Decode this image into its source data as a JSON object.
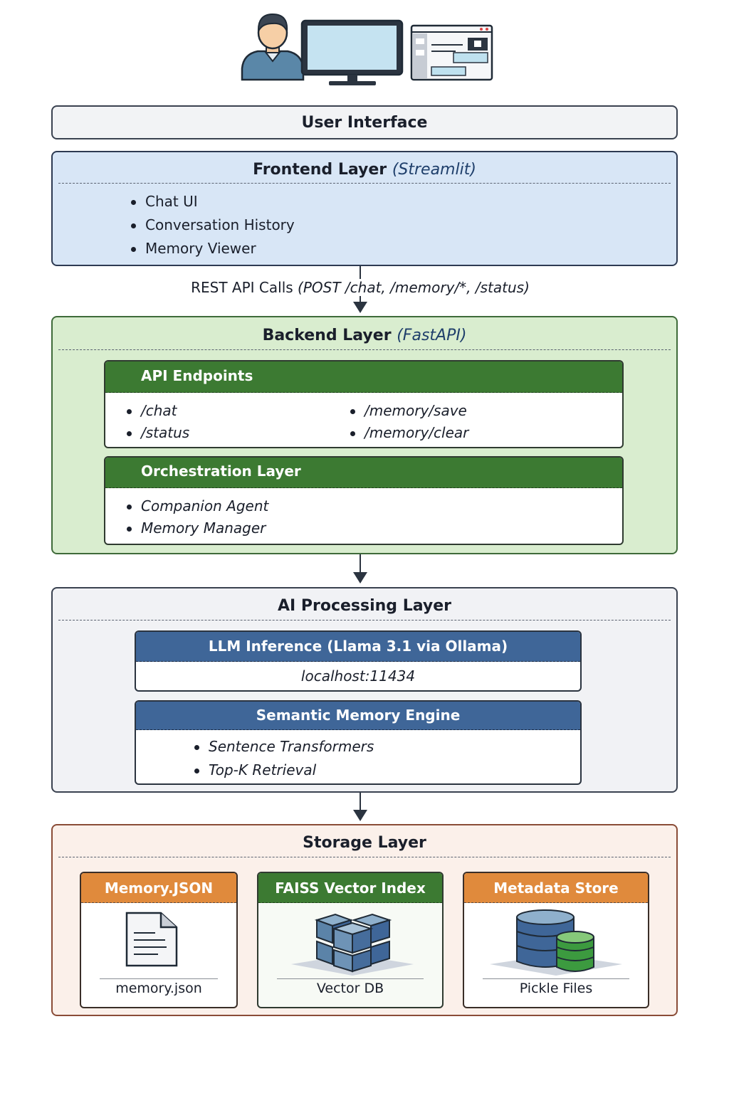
{
  "icons": [
    "user-icon",
    "monitor-icon",
    "browser-window-icon"
  ],
  "user_interface": {
    "title": "User Interface"
  },
  "frontend": {
    "title": "Frontend Layer",
    "tech": "(Streamlit)",
    "items": [
      "Chat UI",
      "Conversation History",
      "Memory Viewer"
    ]
  },
  "connector": {
    "prefix": "REST API Calls ",
    "detail": "(POST /chat, /memory/*, /status)"
  },
  "backend": {
    "title": "Backend Layer",
    "tech": "(FastAPI)",
    "api": {
      "title": "API Endpoints",
      "left": [
        "/chat",
        "/status"
      ],
      "right": [
        "/memory/save",
        "/memory/clear"
      ]
    },
    "orchestration": {
      "title": "Orchestration Layer",
      "items": [
        "Companion Agent",
        "Memory Manager"
      ]
    }
  },
  "ai": {
    "title": "AI Processing Layer",
    "llm": {
      "title": "LLM Inference (Llama 3.1 via Ollama)",
      "host": "localhost:11434"
    },
    "semantic": {
      "title": "Semantic Memory Engine",
      "items": [
        "Sentence Transformers",
        "Top-K Retrieval"
      ]
    }
  },
  "storage": {
    "title": "Storage Layer",
    "stores": [
      {
        "title": "Memory.JSON",
        "footer": "memory.json",
        "icon": "document-icon"
      },
      {
        "title": "FAISS Vector Index",
        "footer": "Vector DB",
        "icon": "cubes-icon"
      },
      {
        "title": "Metadata Store",
        "footer": "Pickle Files",
        "icon": "database-icon"
      }
    ]
  },
  "colors": {
    "frontend_bg": "#d8e6f6",
    "backend_bg": "#d9edcf",
    "card_green": "#3c7a32",
    "card_blue": "#3f6698",
    "card_orange": "#e08a3c",
    "storage_bg": "#fbf0ea"
  }
}
